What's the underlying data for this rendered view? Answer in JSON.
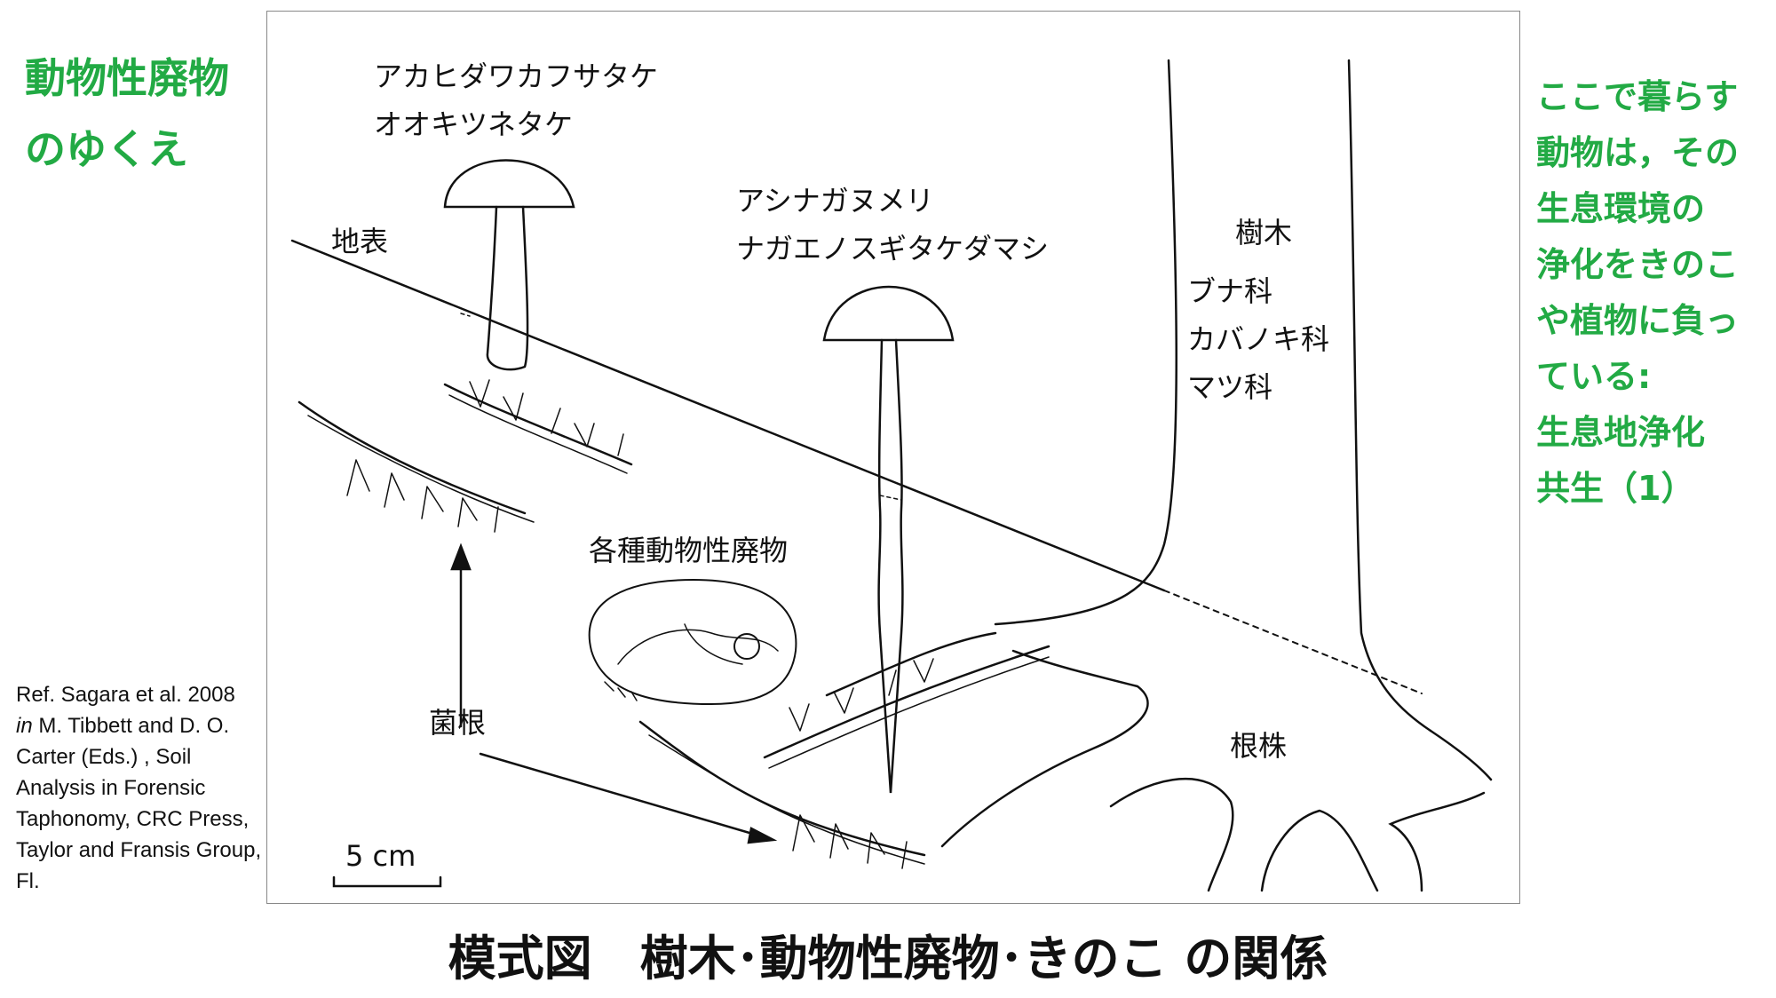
{
  "heading": [
    "動物性廃物",
    "のゆくえ"
  ],
  "side_note": [
    "ここで暮らす",
    "動物は，その",
    "生息環境の",
    "浄化をきのこ",
    "や植物に負っ",
    "ている:",
    "生息地浄化",
    "共生（1）"
  ],
  "reference": {
    "line1": "Ref. Sagara et al. 2008",
    "in_word": "in",
    "rest": "M. Tibbett and D. O. Carter (Eds.) , Soil Analysis in Forensic Taphonomy, CRC Press, Taylor and Fransis Group, Fl."
  },
  "diagram": {
    "mushroom1": [
      "アカヒダワカフサタケ",
      "オオキツネタケ"
    ],
    "ground_label": "地表",
    "mushroom2": [
      "アシナガヌメリ",
      "ナガエノスギタケダマシ"
    ],
    "tree_label": "樹木",
    "tree_families": [
      "ブナ科",
      "カバノキ科",
      "マツ科"
    ],
    "waste_label": "各種動物性廃物",
    "mycorrhiza_label": "菌根",
    "stump_label": "根株",
    "scale_label": "5 cm"
  },
  "caption": "模式図　樹木･動物性廃物･きのこ の関係"
}
